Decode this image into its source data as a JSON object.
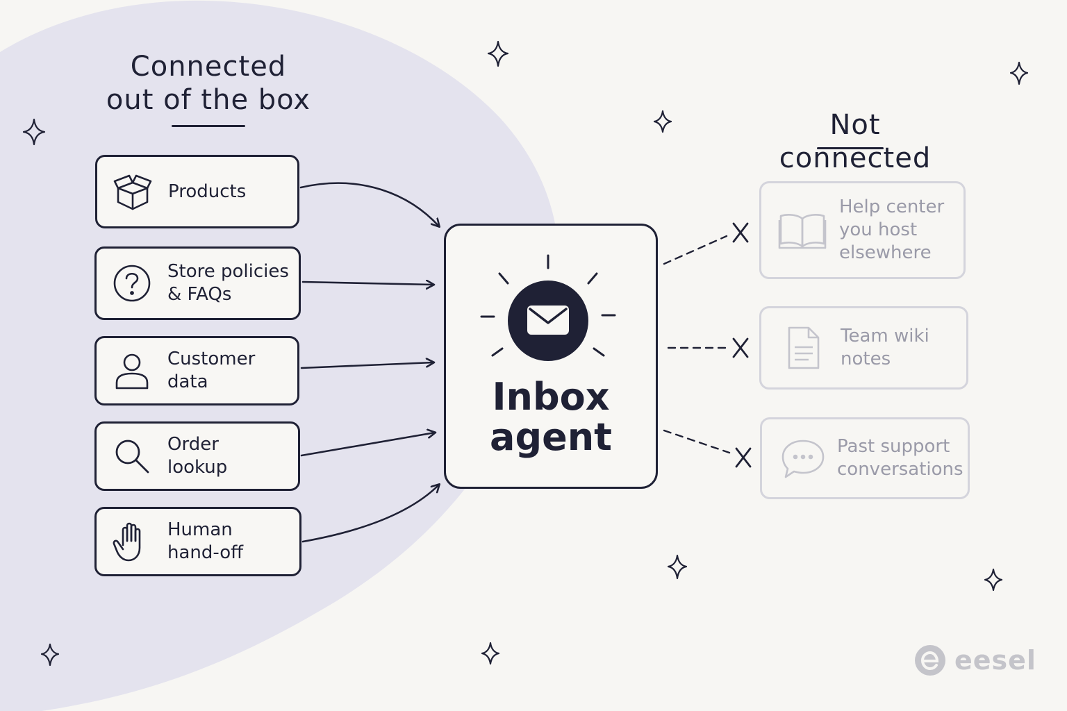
{
  "headings": {
    "connected": "Connected\nout of the box",
    "not_connected": "Not connected"
  },
  "connected_items": [
    {
      "label": "Products",
      "icon": "box-icon"
    },
    {
      "label": "Store policies\n& FAQs",
      "icon": "question-circle-icon"
    },
    {
      "label": "Customer\ndata",
      "icon": "user-icon"
    },
    {
      "label": "Order\nlookup",
      "icon": "search-icon"
    },
    {
      "label": "Human\nhand-off",
      "icon": "hand-icon"
    }
  ],
  "agent": {
    "label": "Inbox\nagent",
    "icon": "mail-icon"
  },
  "not_connected_items": [
    {
      "label": "Help center\nyou host\nelsewhere",
      "icon": "book-icon"
    },
    {
      "label": "Team wiki\nnotes",
      "icon": "document-icon"
    },
    {
      "label": "Past support\nconversations",
      "icon": "chat-bubble-icon"
    }
  ],
  "logo": {
    "text": "eesel"
  },
  "colors": {
    "ink": "#1f2135",
    "muted": "#c7c7d0",
    "blob": "#e4e3ee",
    "background": "#f7f6f3"
  }
}
